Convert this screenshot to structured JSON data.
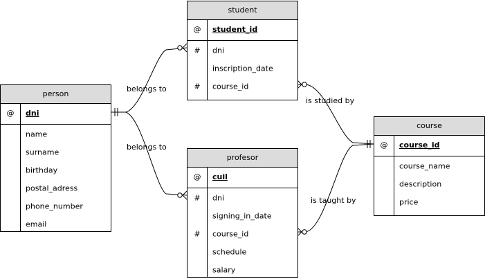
{
  "entities": {
    "student": {
      "title": "student",
      "pk": {
        "symbol": "@",
        "name": "student_id"
      },
      "attrs": [
        {
          "symbol": "#",
          "name": "dni"
        },
        {
          "symbol": "",
          "name": "inscription_date"
        },
        {
          "symbol": "#",
          "name": "course_id"
        }
      ]
    },
    "person": {
      "title": "person",
      "pk": {
        "symbol": "@",
        "name": "dni"
      },
      "attrs": [
        {
          "symbol": "",
          "name": "name"
        },
        {
          "symbol": "",
          "name": "surname"
        },
        {
          "symbol": "",
          "name": "birthday"
        },
        {
          "symbol": "",
          "name": "postal_adress"
        },
        {
          "symbol": "",
          "name": "phone_number"
        },
        {
          "symbol": "",
          "name": "email"
        }
      ]
    },
    "profesor": {
      "title": "profesor",
      "pk": {
        "symbol": "@",
        "name": "cuil"
      },
      "attrs": [
        {
          "symbol": "#",
          "name": "dni"
        },
        {
          "symbol": "",
          "name": "signing_in_date"
        },
        {
          "symbol": "#",
          "name": "course_id"
        },
        {
          "symbol": "",
          "name": "schedule"
        },
        {
          "symbol": "",
          "name": "salary"
        }
      ]
    },
    "course": {
      "title": "course",
      "pk": {
        "symbol": "@",
        "name": "course_id"
      },
      "attrs": [
        {
          "symbol": "",
          "name": "course_name"
        },
        {
          "symbol": "",
          "name": "description"
        },
        {
          "symbol": "",
          "name": "price"
        }
      ]
    }
  },
  "relationships": {
    "person_student": "belongs to",
    "person_profesor": "belongs to",
    "student_course": "is studied by",
    "profesor_course": "is taught by"
  }
}
